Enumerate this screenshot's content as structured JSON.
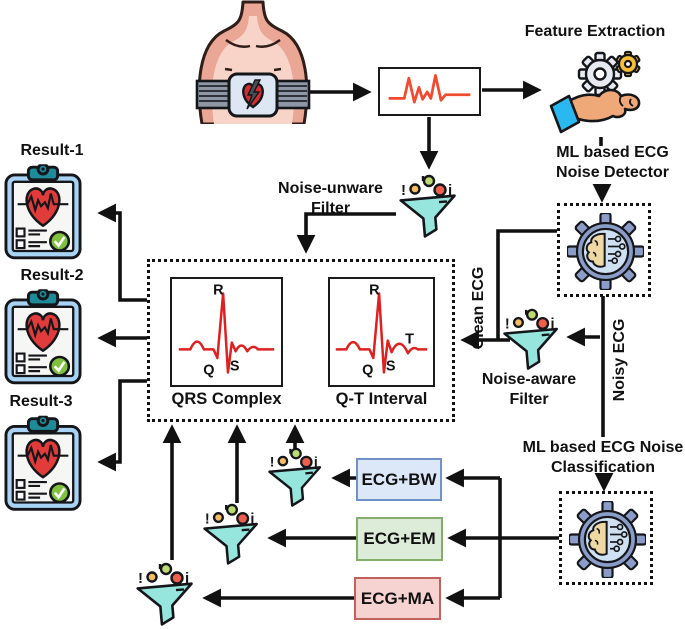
{
  "labels": {
    "feature_extraction": "Feature Extraction",
    "ml_detector_1": "ML based ECG",
    "ml_detector_2": "Noise Detector",
    "noise_unaware_1": "Noise-unware",
    "noise_unaware_2": "Filter",
    "noise_aware_1": "Noise-aware",
    "noise_aware_2": "Filter",
    "ml_classification_1": "ML based ECG Noise",
    "ml_classification_2": "Classification",
    "clean_ecg": "Clean ECG",
    "noisy_ecg": "Noisy ECG",
    "qrs_complex": "QRS Complex",
    "qt_interval": "Q-T Interval"
  },
  "results": [
    {
      "label": "Result-1"
    },
    {
      "label": "Result-2"
    },
    {
      "label": "Result-3"
    }
  ],
  "noise_types": [
    {
      "label": "ECG+BW",
      "fill": "#dce8f8",
      "border": "#7191c9"
    },
    {
      "label": "ECG+EM",
      "fill": "#ddecd9",
      "border": "#83af6b"
    },
    {
      "label": "ECG+MA",
      "fill": "#f6d3d1",
      "border": "#c2605d"
    }
  ],
  "wave_marks": {
    "r": "R",
    "q": "Q",
    "s": "S",
    "t": "T"
  },
  "funnel_marks": {
    "exclaim": "!",
    "info": "i"
  },
  "colors": {
    "ecg_trace_top": "#f04a30",
    "ecg_trace": "#df2020",
    "funnel_teal": "#97e6de",
    "gear_body": "#8b9cc8",
    "gear_inner": "#cfe0f2",
    "brain_tan": "#eed9a4",
    "clipboard_blue": "#a9d3f5",
    "clip_teal": "#1f8a99",
    "heart_red": "#e23b3b",
    "check_green": "#7fc13e",
    "hand_skin": "#efa878",
    "cuff_blue": "#2ab8f0",
    "torso_skin": "#eaa795",
    "line_black": "#111111"
  }
}
